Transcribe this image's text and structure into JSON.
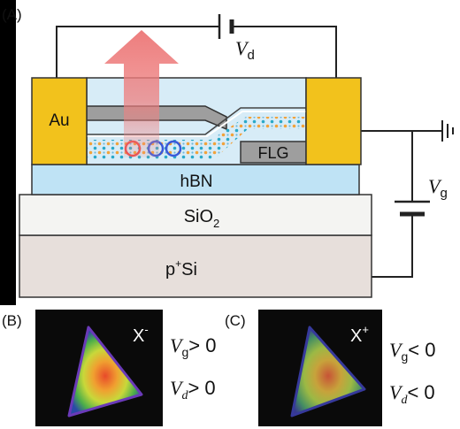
{
  "panels": {
    "a": "(A)",
    "b": "(B)",
    "c": "(C)"
  },
  "device": {
    "electrode": "Au",
    "contact": "FLG",
    "dielectric": "hBN",
    "oxide": "SiO",
    "oxide_sub": "2",
    "substrate": "p",
    "substrate_sup": "+",
    "substrate_suffix": "Si",
    "drain_symbol": "V",
    "drain_sub": "d",
    "gate_symbol": "V",
    "gate_sub": "g"
  },
  "maps": {
    "b": {
      "species": "X",
      "charge": "-",
      "cond1_symbol": "V",
      "cond1_sub": "g",
      "cond1_rel": "> 0",
      "cond2_symbol": "V",
      "cond2_sub": "d",
      "cond2_rel": "> 0"
    },
    "c": {
      "species": "X",
      "charge": "+",
      "cond1_symbol": "V",
      "cond1_sub": "g",
      "cond1_rel": "< 0",
      "cond2_symbol": "V",
      "cond2_sub": "d",
      "cond2_rel": "< 0"
    }
  },
  "colors": {
    "gold": "#f2c21c",
    "top_hbn": "#cfe8f6",
    "hbn": "#bfe3f5",
    "sio2": "#f4f4f2",
    "si": "#e7dfdb",
    "flg": "#9e9e9e",
    "emission_arrow": "#f08a8a"
  }
}
